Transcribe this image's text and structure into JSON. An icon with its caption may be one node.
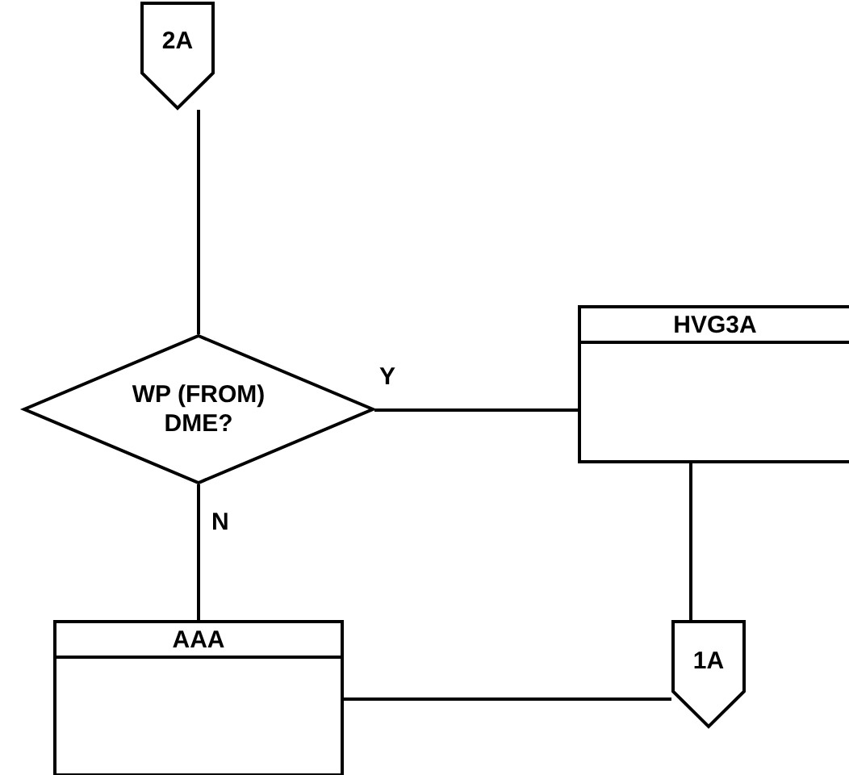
{
  "diagram": {
    "nodes": [
      {
        "text": [
          "2A"
        ]
      },
      {
        "text": [
          "WP (FROM) DME?"
        ]
      },
      {
        "text": [
          "HVG3A"
        ]
      },
      {
        "text": [
          "AAA"
        ]
      },
      {
        "text": [
          "1A"
        ]
      }
    ],
    "edges": [
      {
        "from": 0,
        "to": 1,
        "arrow": "none"
      },
      {
        "from": 1,
        "to": 2,
        "arrow": "none",
        "label": "Y"
      },
      {
        "from": 1,
        "to": 3,
        "arrow": "none",
        "label": "N"
      },
      {
        "from": 2,
        "to": 4,
        "arrow": "none"
      },
      {
        "from": 3,
        "to": 4,
        "arrow": "none"
      }
    ]
  }
}
